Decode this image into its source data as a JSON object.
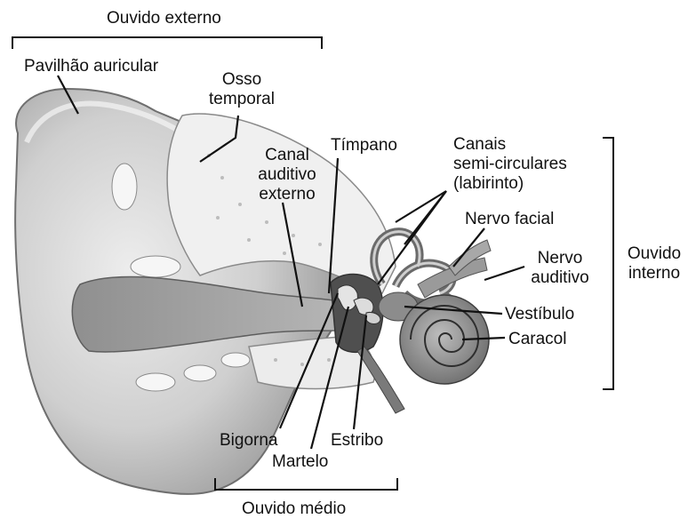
{
  "labels": {
    "ouvido_externo": "Ouvido externo",
    "pavilhao_auricular": "Pavilhão auricular",
    "osso_temporal_1": "Osso",
    "osso_temporal_2": "temporal",
    "canal_1": "Canal",
    "canal_2": "auditivo",
    "canal_3": "externo",
    "timpano": "Tímpano",
    "canais_1": "Canais",
    "canais_2": "semi-circulares",
    "canais_3": "(labirinto)",
    "nervo_facial": "Nervo facial",
    "nervo_auditivo_1": "Nervo",
    "nervo_auditivo_2": "auditivo",
    "ouvido_interno_1": "Ouvido",
    "ouvido_interno_2": "interno",
    "vestibulo": "Vestíbulo",
    "caracol": "Caracol",
    "bigorna": "Bigorna",
    "estribo": "Estribo",
    "martelo": "Martelo",
    "ouvido_medio": "Ouvido médio"
  },
  "colors": {
    "ink": "#111111",
    "skin_light": "#e6e6e6",
    "skin_mid": "#bdbdbd",
    "skin_dark": "#8a8a8a",
    "bone": "#f2f2f2",
    "deep": "#5a5a5a"
  }
}
